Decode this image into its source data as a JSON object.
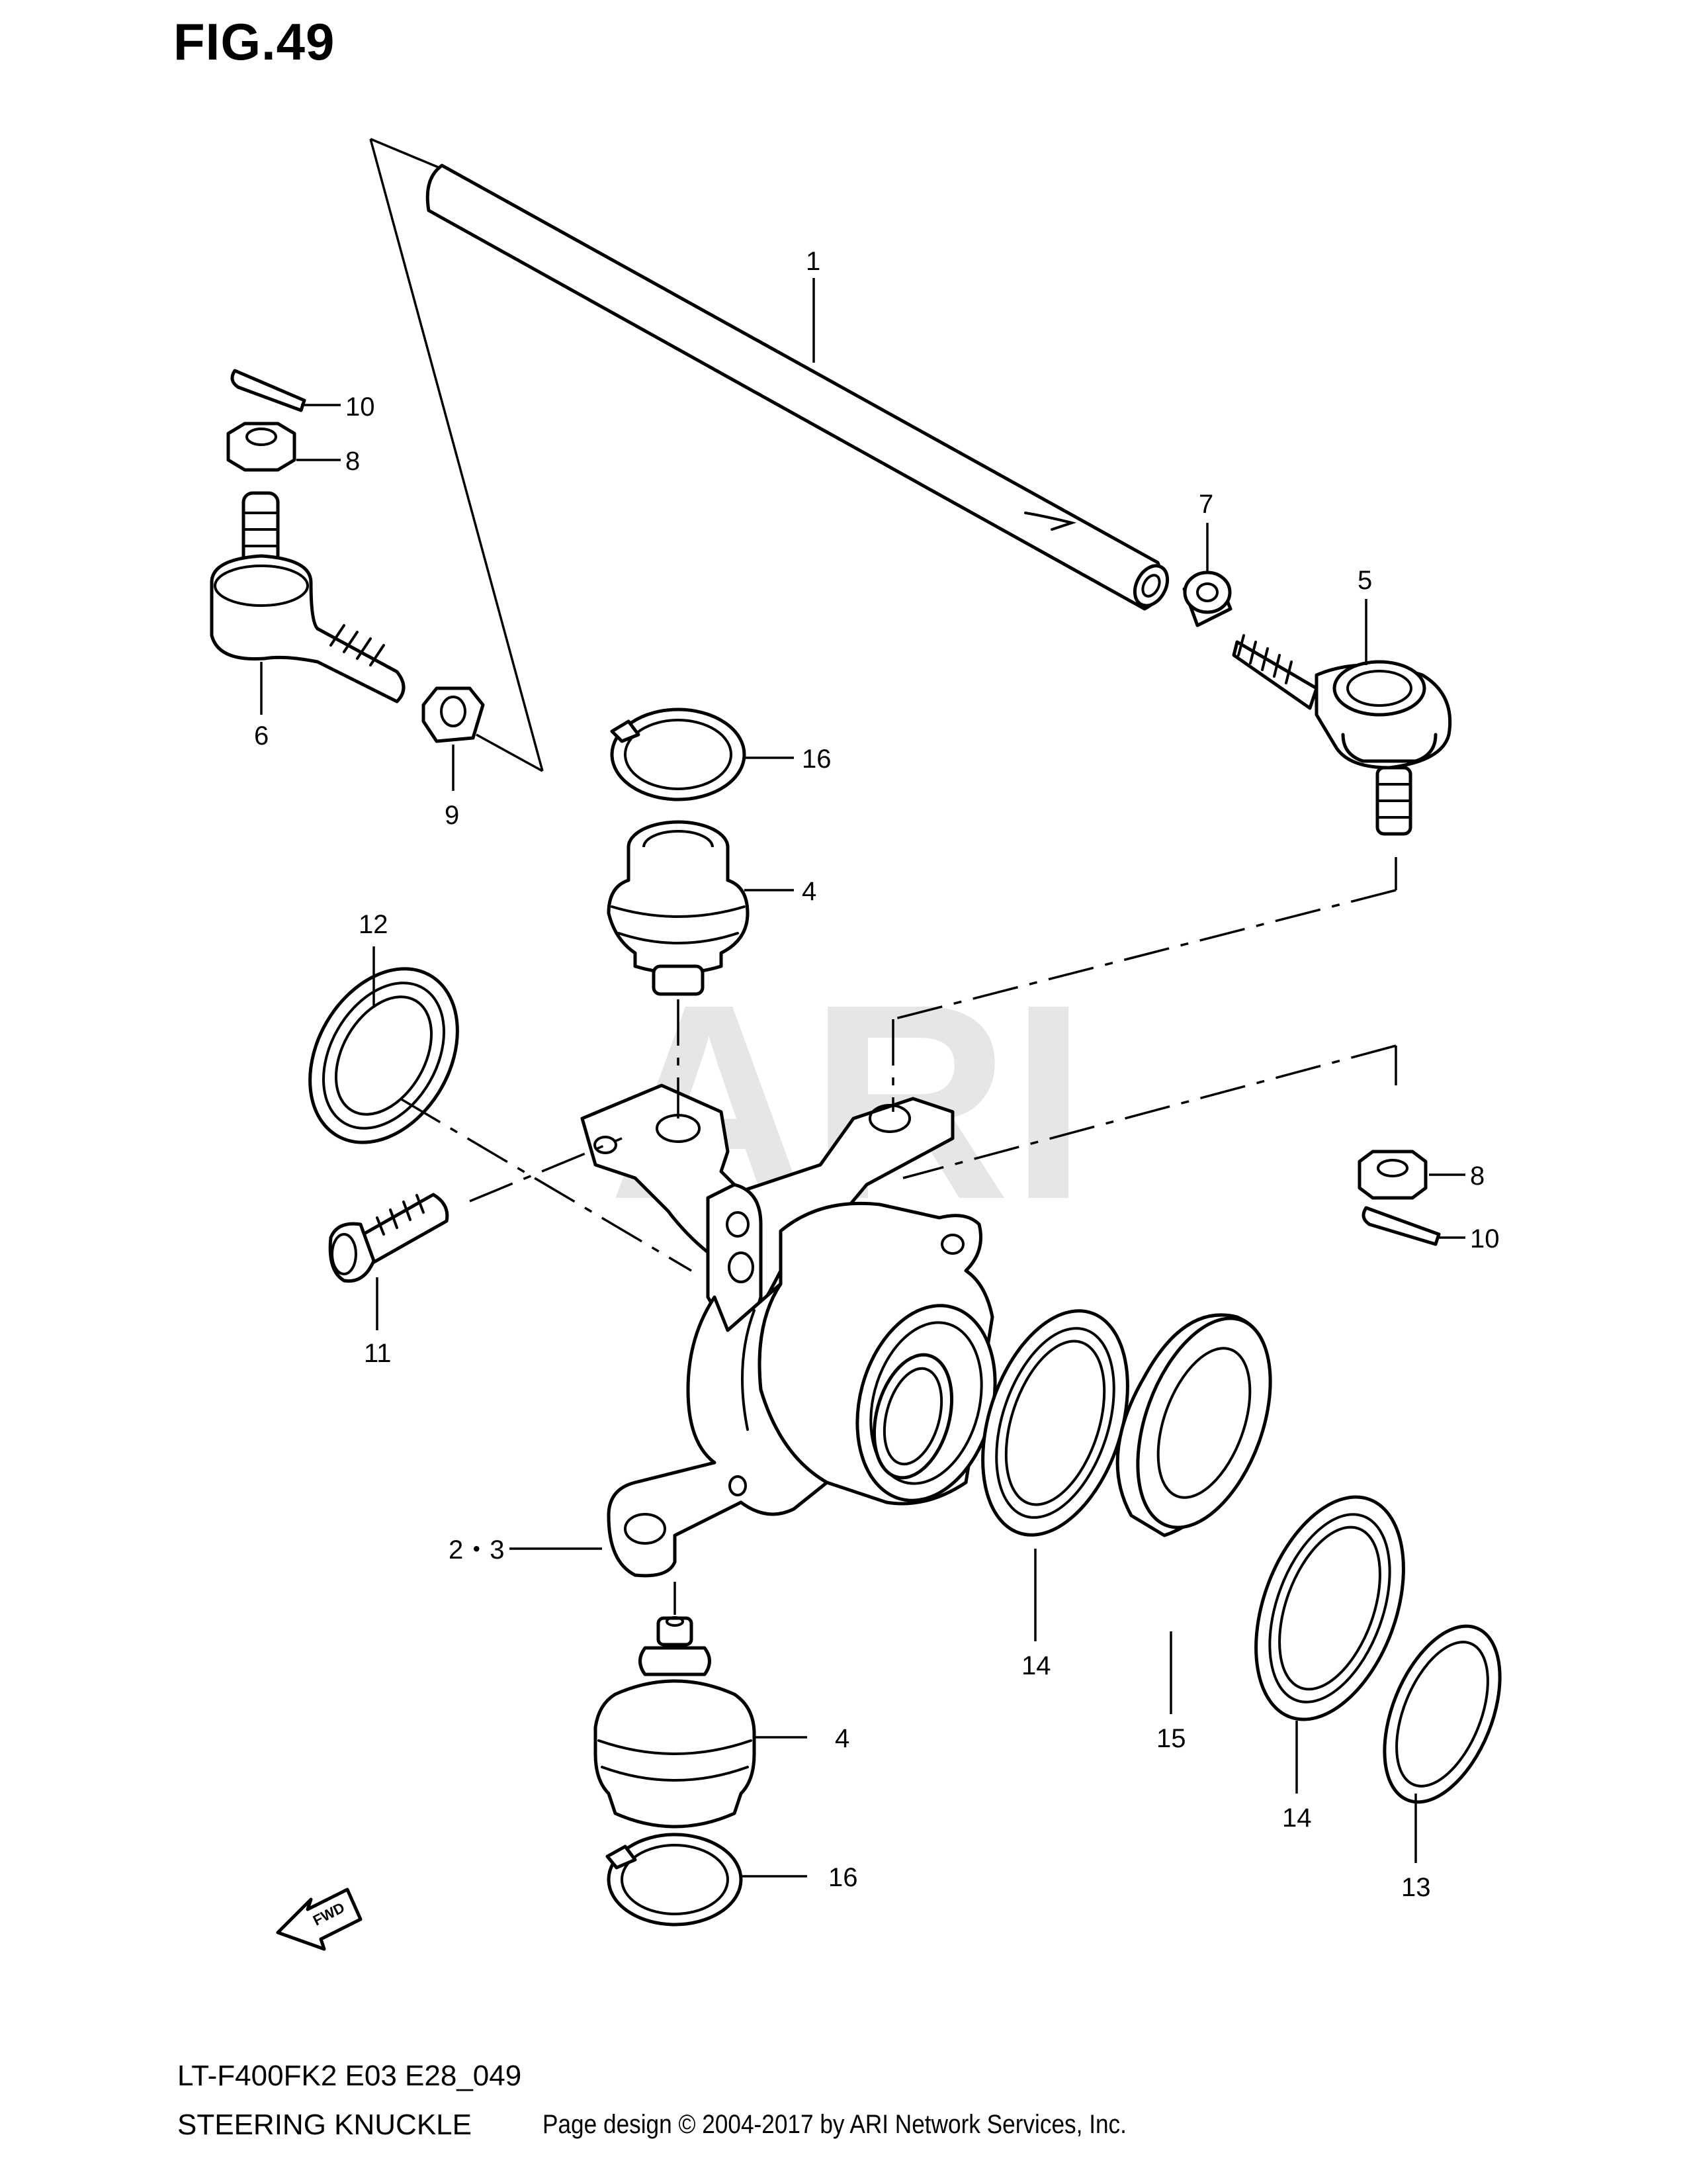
{
  "figure": {
    "title": "FIG.49",
    "model": "LT-F400FK2 E03 E28_049",
    "section": "STEERING KNUCKLE",
    "copyright": "Page design © 2004-2017 by ARI Network Services, Inc.",
    "watermark": "ARI",
    "direction_badge": "FWD"
  },
  "callouts": [
    {
      "id": "c1",
      "label": "1"
    },
    {
      "id": "c10a",
      "label": "10"
    },
    {
      "id": "c8a",
      "label": "8"
    },
    {
      "id": "c7",
      "label": "7"
    },
    {
      "id": "c5",
      "label": "5"
    },
    {
      "id": "c6",
      "label": "6"
    },
    {
      "id": "c9",
      "label": "9"
    },
    {
      "id": "c16a",
      "label": "16"
    },
    {
      "id": "c4a",
      "label": "4"
    },
    {
      "id": "c12",
      "label": "12"
    },
    {
      "id": "c8b",
      "label": "8"
    },
    {
      "id": "c10b",
      "label": "10"
    },
    {
      "id": "c11",
      "label": "11"
    },
    {
      "id": "c23",
      "label": "2・3"
    },
    {
      "id": "c14a",
      "label": "14"
    },
    {
      "id": "c15",
      "label": "15"
    },
    {
      "id": "c14b",
      "label": "14"
    },
    {
      "id": "c13",
      "label": "13"
    },
    {
      "id": "c4b",
      "label": "4"
    },
    {
      "id": "c16b",
      "label": "16"
    }
  ]
}
